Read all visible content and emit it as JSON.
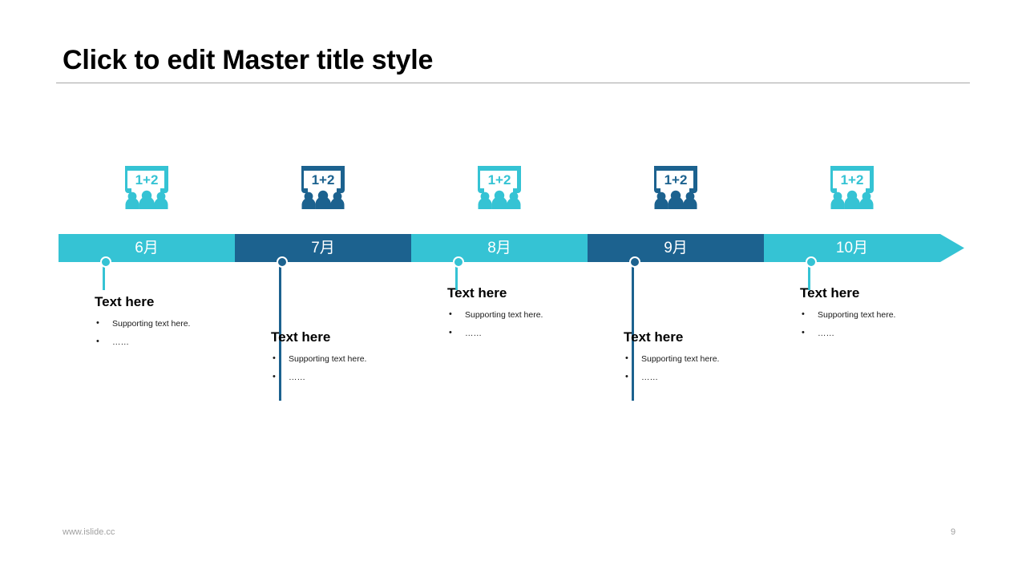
{
  "slide": {
    "title": "Click to edit Master title style",
    "page_number": "9",
    "watermark": "www.islide.cc"
  },
  "colors": {
    "cyan": "#35C3D4",
    "dark_blue": "#1C628F",
    "title_text": "#000000",
    "rule": "#A6A6A6",
    "footer_text": "#A0A0A0",
    "white": "#FFFFFF"
  },
  "timeline": {
    "icon_label": "1+2",
    "icon_name": "classroom-presentation-icon",
    "segments": [
      {
        "month": "6月",
        "color_key": "cyan",
        "icon_color_key": "cyan",
        "connector_length": "short",
        "heading": "Text here",
        "bullets": [
          "Supporting text here.",
          "……"
        ]
      },
      {
        "month": "7月",
        "color_key": "dark_blue",
        "icon_color_key": "dark_blue",
        "connector_length": "long",
        "heading": "Text here",
        "bullets": [
          "Supporting text here.",
          "……"
        ]
      },
      {
        "month": "8月",
        "color_key": "cyan",
        "icon_color_key": "cyan",
        "connector_length": "short",
        "heading": "Text here",
        "bullets": [
          "Supporting text here.",
          "……"
        ]
      },
      {
        "month": "9月",
        "color_key": "dark_blue",
        "icon_color_key": "dark_blue",
        "connector_length": "long",
        "heading": "Text here",
        "bullets": [
          "Supporting text here.",
          "……"
        ]
      },
      {
        "month": "10月",
        "color_key": "cyan",
        "icon_color_key": "cyan",
        "connector_length": "short",
        "heading": "Text here",
        "bullets": [
          "Supporting text here.",
          "……"
        ]
      }
    ]
  }
}
